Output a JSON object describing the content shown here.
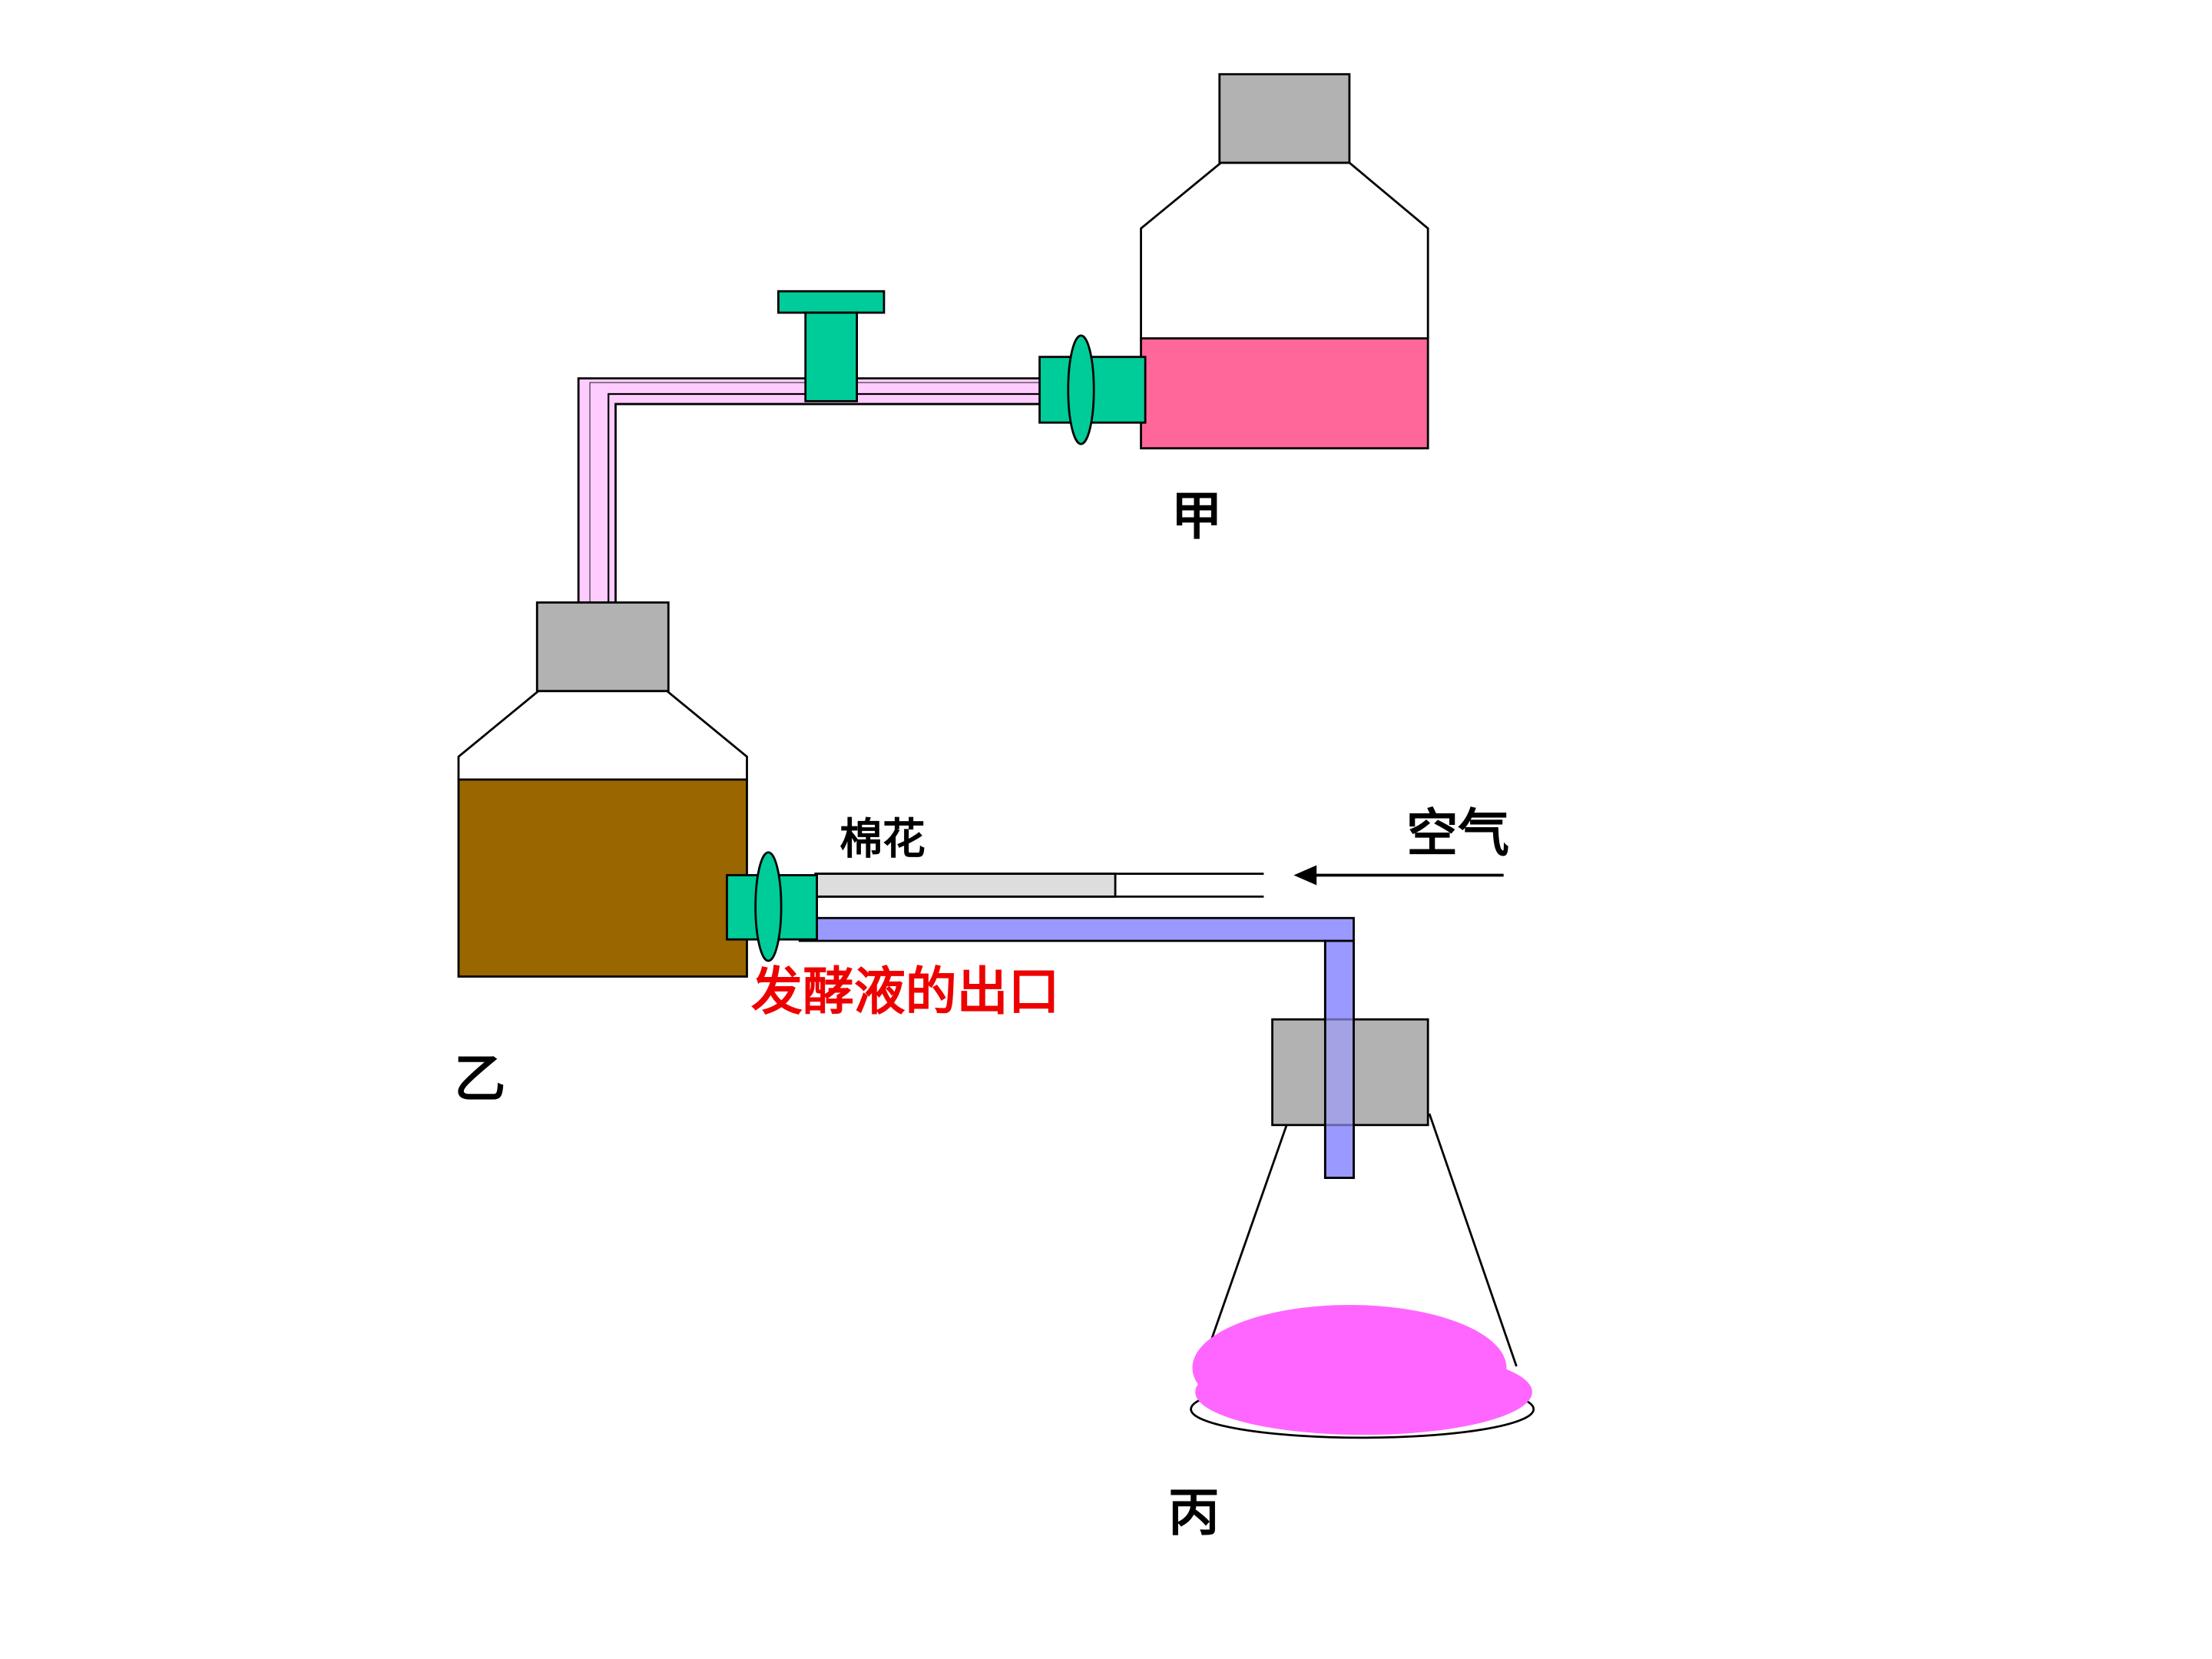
{
  "labels": {
    "bottle_jia": "甲",
    "bottle_yi": "乙",
    "flask_bing": "丙",
    "cotton": "棉花",
    "air": "空气",
    "outlet": "发酵液的出口"
  },
  "colors": {
    "cap_gray": "#b2b2b2",
    "valve_green": "#00cc99",
    "pink_liquid": "#ff6699",
    "brown_liquid": "#996600",
    "tube_pink": "#ffccff",
    "tube_blue": "#9999ff",
    "magenta_liquid": "#ff66ff",
    "cotton_gray": "#dddddd",
    "outlet_text": "#ee0000"
  }
}
